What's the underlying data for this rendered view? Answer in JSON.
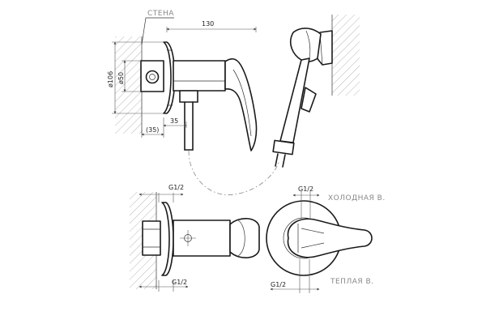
{
  "labels": {
    "wall": "СТЕНА",
    "dim_width": "130",
    "dim_outer_dia": "ø106",
    "dim_inner_dia": "ø50",
    "dim_depth_a": "35",
    "dim_depth_b": "(35)",
    "thread_left_top": "G1/2",
    "thread_left_bottom": "G1/2",
    "thread_right_top": "G1/2",
    "thread_right_bottom": "G1/2",
    "cold_water": "ХОЛОДНАЯ В.",
    "hot_water": "ТЕПЛАЯ В."
  }
}
